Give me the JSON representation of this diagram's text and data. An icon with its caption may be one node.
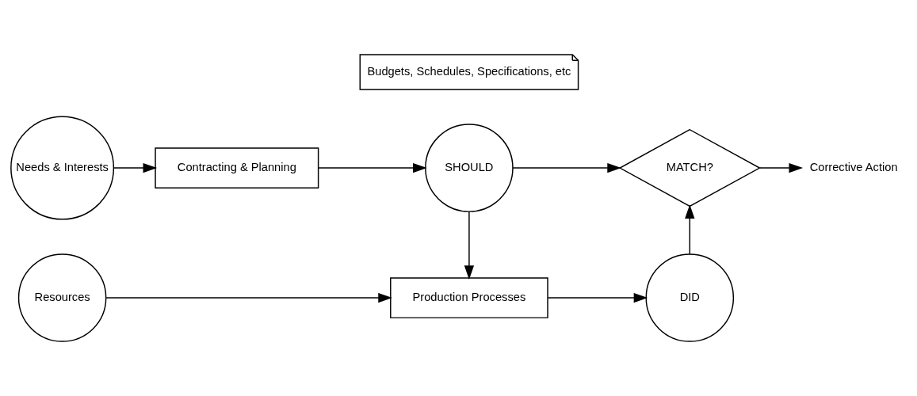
{
  "diagram": {
    "nodes": [
      {
        "text": [
          "Needs & Interests"
        ]
      },
      {
        "text": [
          "Contracting & Planning"
        ]
      },
      {
        "text": [
          "Budgets, Schedules, Specifications, etc"
        ]
      },
      {
        "text": [
          "SHOULD"
        ]
      },
      {
        "text": [
          "MATCH?"
        ]
      },
      {
        "text": [
          "Corrective Action"
        ]
      },
      {
        "text": [
          "Resources"
        ]
      },
      {
        "text": [
          "Production Processes"
        ]
      },
      {
        "text": [
          "DID"
        ]
      }
    ],
    "edges": [
      {
        "from": 0,
        "to": 1,
        "arrow": "to"
      },
      {
        "from": 1,
        "to": 3,
        "arrow": "to"
      },
      {
        "from": 3,
        "to": 4,
        "arrow": "to"
      },
      {
        "from": 4,
        "to": 5,
        "arrow": "to"
      },
      {
        "from": 3,
        "to": 7,
        "arrow": "to"
      },
      {
        "from": 6,
        "to": 7,
        "arrow": "to"
      },
      {
        "from": 7,
        "to": 8,
        "arrow": "to"
      },
      {
        "from": 8,
        "to": 4,
        "arrow": "to"
      }
    ]
  }
}
